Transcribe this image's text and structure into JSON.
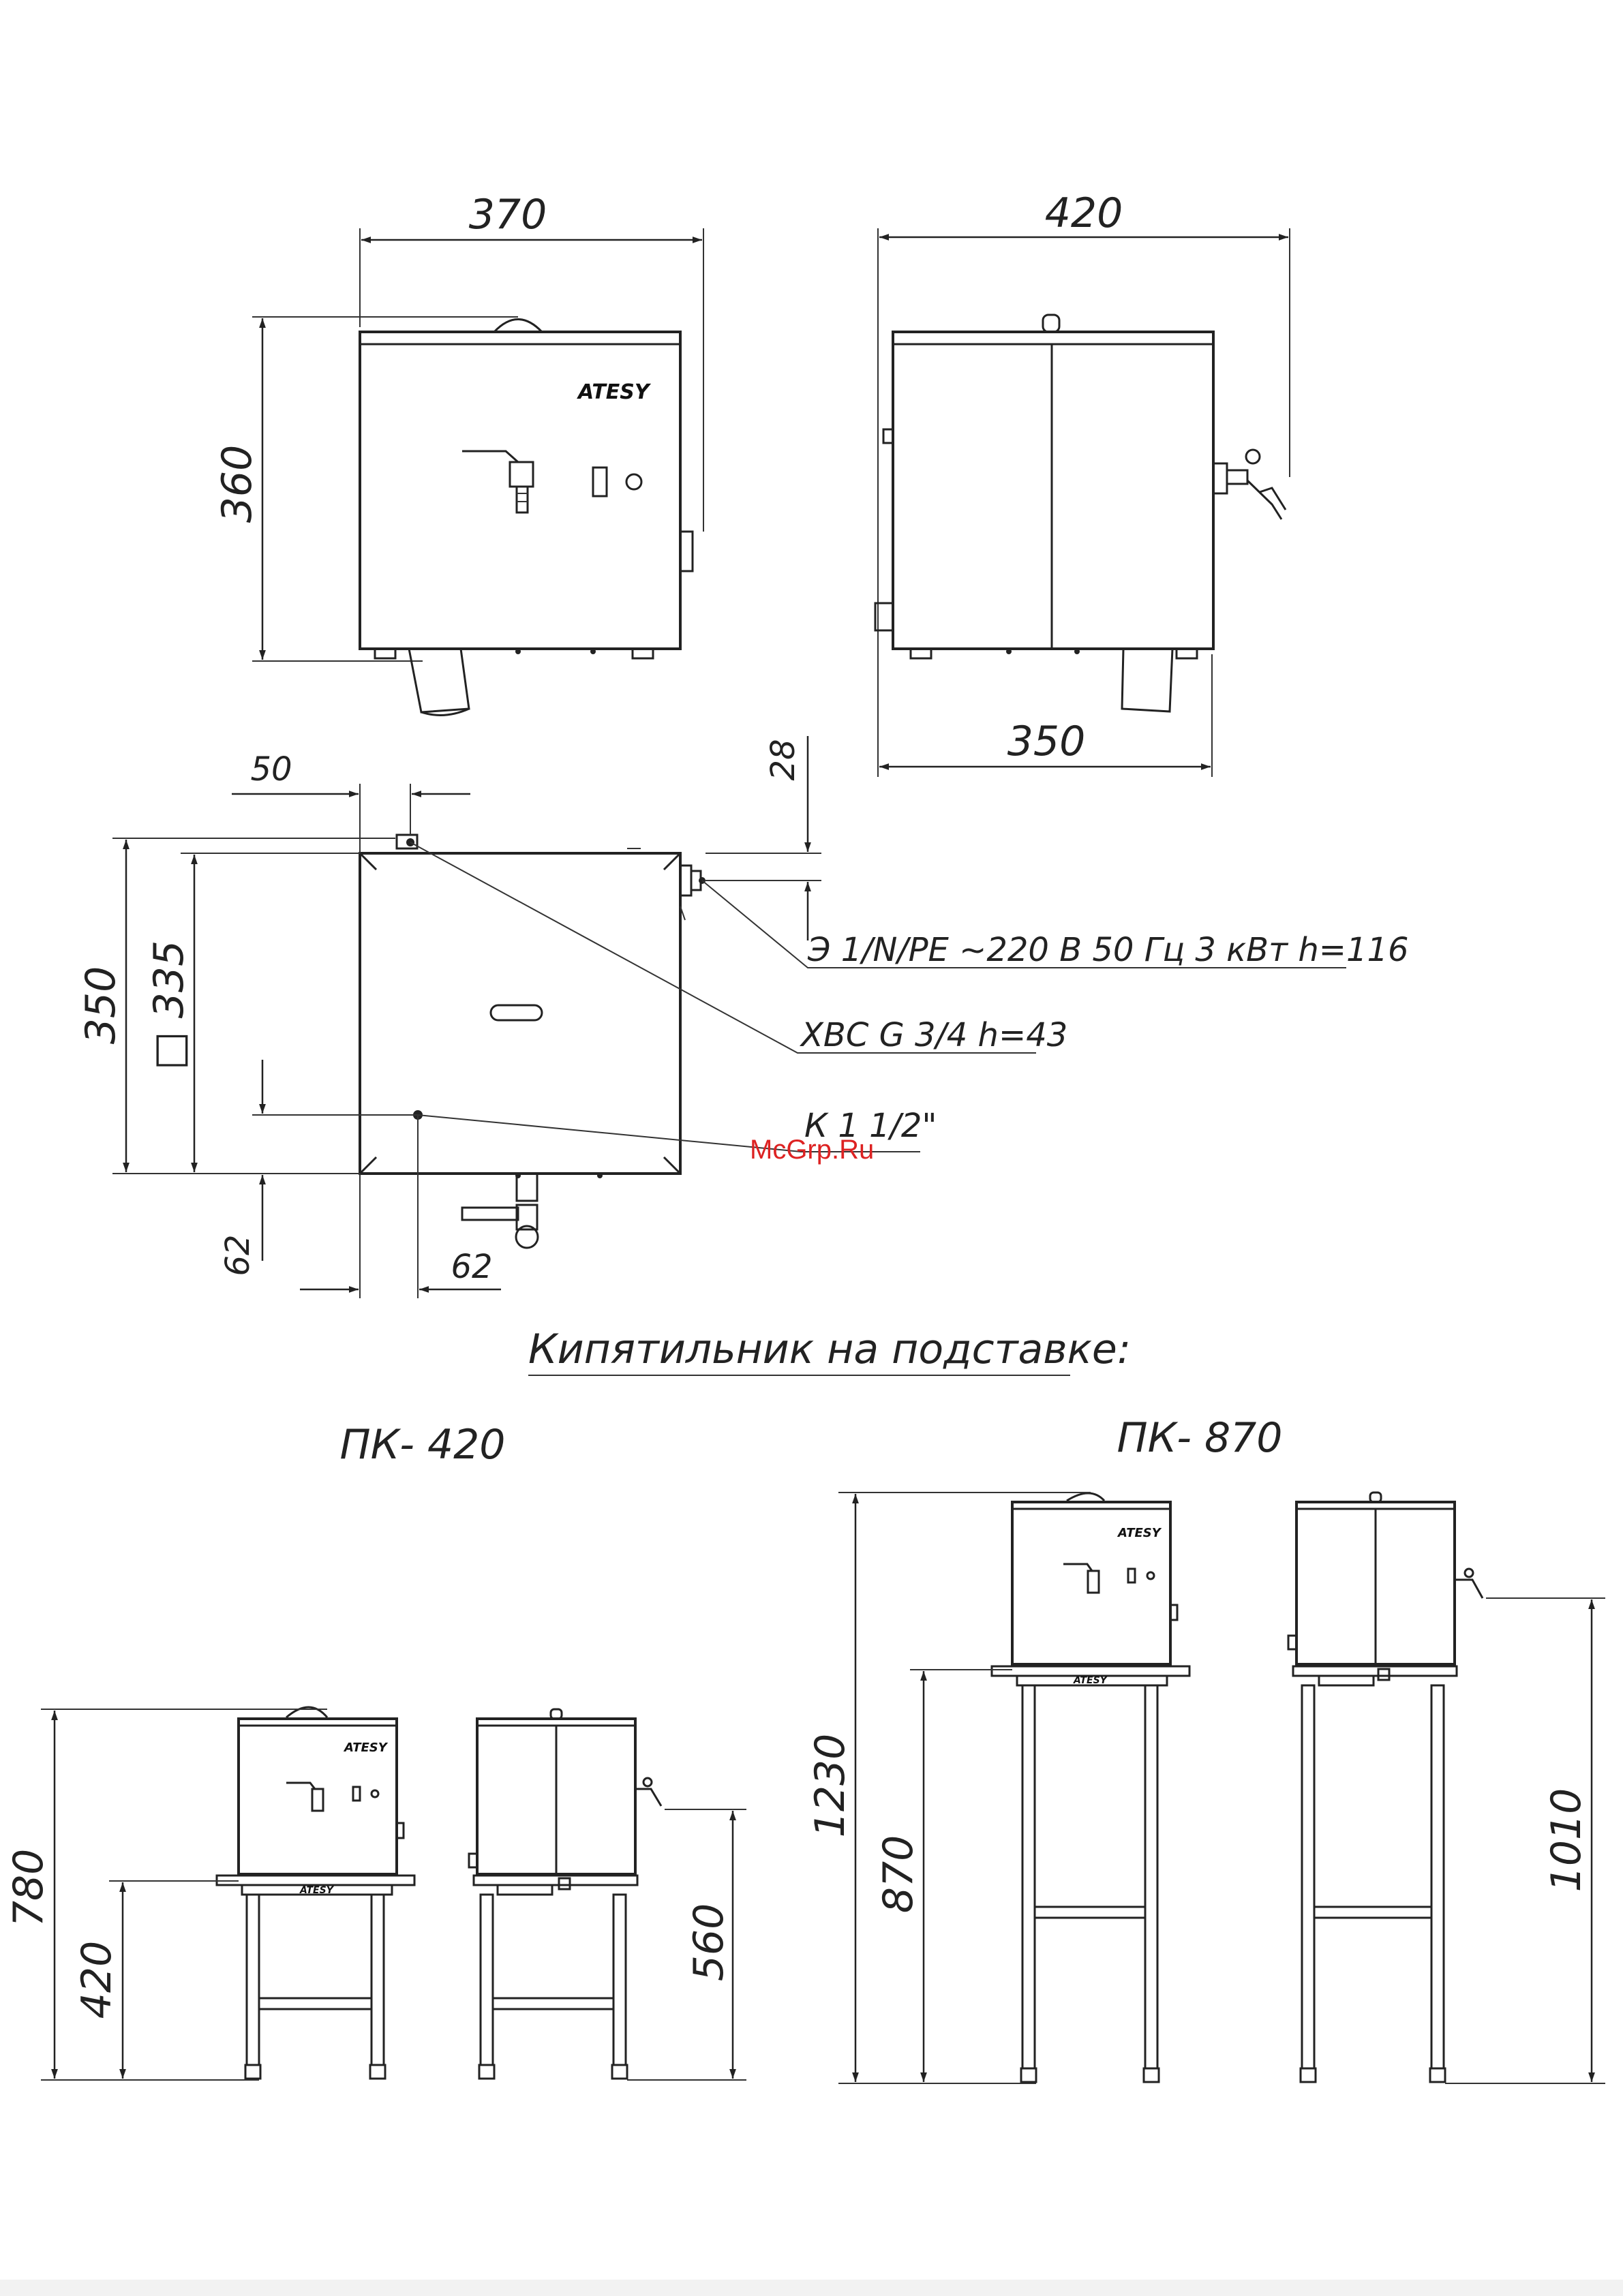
{
  "top_views": {
    "front": {
      "width": "370",
      "height": "360",
      "brand": "ATESY"
    },
    "side": {
      "width_top": "420",
      "width_bottom": "350"
    }
  },
  "plan_view": {
    "dim_left_offset": "50",
    "dim_right_offset": "28",
    "dim_total_depth": "350",
    "dim_inner_depth": "□ 335",
    "dim_drain_y": "62",
    "dim_drain_x": "62",
    "callout_power": "Э 1/N/PE ~220 В 50 Гц 3 кВт h=116",
    "callout_cold_water": "ХВС G 3/4 h=43",
    "callout_drain": "К 1 1/2\""
  },
  "watermark": "McGrp.Ru",
  "section_title": "Кипятильник на подставке:",
  "stand_420": {
    "label": "ПК- 420",
    "dim_total_height": "780",
    "dim_stand_height": "420",
    "dim_tap_height": "560",
    "brand": "ATESY"
  },
  "stand_870": {
    "label": "ПК- 870",
    "dim_total_height": "1230",
    "dim_stand_height": "870",
    "dim_tap_height": "1010",
    "brand": "ATESY"
  }
}
